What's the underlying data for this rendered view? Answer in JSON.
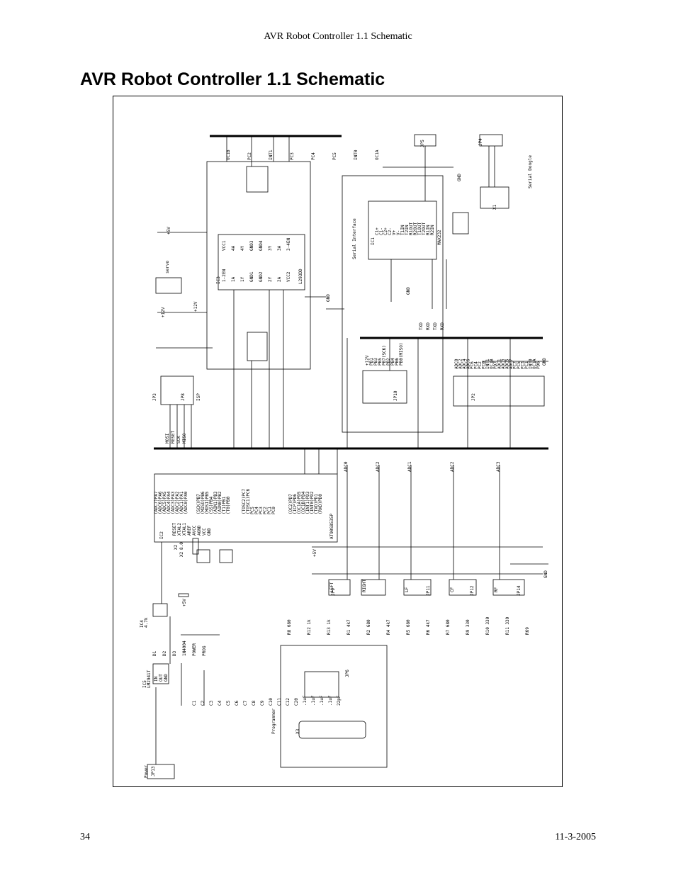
{
  "running_header": "AVR Robot Controller 1.1 Schematic",
  "title": "AVR Robot Controller 1.1 Schematic",
  "footer": {
    "page_number": "34",
    "date": "11-3-2005"
  },
  "schematic": {
    "mcu": {
      "ref": "IC2",
      "part": "AT90S8535P",
      "pins_a": [
        "(ADC7)PA7",
        "(ADC6)PA6",
        "(ADC5)PA5",
        "(ADC4)PA4",
        "(ADC3)PA3",
        "(ADC2)PA2",
        "(ADC1)PA1",
        "(ADC0)PA0"
      ],
      "pins_b": [
        "(SCK)PB7",
        "(MISO)PB6",
        "(MOSI)PB5",
        "(SS)PB4",
        "(AIN1)PB3",
        "(AIN0)PB2",
        "(T1)PB1",
        "(T0)PB0"
      ],
      "pins_c": [
        "(TOSC2)PC7",
        "(TOSC1)PC6",
        "PC5",
        "PC4",
        "PC3",
        "PC2",
        "PC1",
        "PC0"
      ],
      "pins_d": [
        "(OC2)PD7",
        "(ICP)PD6",
        "(OC1A)PD5",
        "(OC1B)PD4",
        "(INT1)PD3",
        "(INT0)PD2",
        "(TXD)PD1",
        "(RXD)PD0"
      ],
      "pins_left": [
        "RESET",
        "XTAL2",
        "XTAL1",
        "AREF",
        "AVCC",
        "AGND",
        "VCC",
        "GND"
      ]
    },
    "driver": {
      "ref": "IC3",
      "part": "L293DD",
      "pins_left": [
        "1-2EN",
        "1A",
        "1Y",
        "GND1",
        "GND2",
        "2Y",
        "2A",
        "VCC2"
      ],
      "pins_right": [
        "VCC1",
        "4A",
        "4Y",
        "GND3",
        "GND4",
        "3Y",
        "3A",
        "3-4EN"
      ]
    },
    "serial": {
      "ref": "IC1",
      "part": "MAX232",
      "label": "Serial Interface",
      "pins": [
        "C1+",
        "C1-",
        "C2+",
        "C2-",
        "V+",
        "V-",
        "T1IN",
        "T2IN",
        "R1OUT",
        "R2OUT",
        "T1OUT",
        "T2OUT",
        "R1IN",
        "R2IN"
      ]
    },
    "regulator": {
      "ref": "IC5",
      "part": "LM2941T",
      "pins": [
        "IN",
        "OUT",
        "GND"
      ]
    },
    "reset_ic": {
      "ref": "IC4",
      "part": "4.7k"
    },
    "connectors": [
      "JP13",
      "JP3",
      "JP8",
      "JP9",
      "JP10",
      "JP11",
      "JP12",
      "JP14",
      "JP2",
      "JP5",
      "JP4",
      "JP6",
      "X1",
      "X2",
      "X3"
    ],
    "connector_titles": {
      "power": "Power",
      "programmer": "Programmer",
      "dongle": "Serial Dongle",
      "isp": "ISP",
      "servo": "servo"
    },
    "labels": {
      "supply": [
        "+5V",
        "+12V",
        "+12V",
        "GND",
        "GND",
        "GND",
        "GND",
        "GND",
        "+5V",
        "+5V",
        "+5V"
      ],
      "signals_left": [
        "MOSI",
        "RESET",
        "SCK",
        "MISO"
      ],
      "adc_nets": [
        "ADC0",
        "ADC2",
        "ADC1",
        "ADC2",
        "ADC3"
      ],
      "sensor_connectors": [
        "LEFT",
        "RIGHT",
        "LF",
        "CF",
        "RF"
      ],
      "motor_nets": [
        "OC1B",
        "PC2",
        "INT1",
        "PC3",
        "PC4",
        "PC5",
        "INT0",
        "OC1A"
      ],
      "io_top": [
        "+12V",
        "PB1",
        "PB3",
        "PB5",
        "PB7(SCK)",
        "PB2",
        "PB4",
        "PB6",
        "PB0(MISO)"
      ],
      "io_bottom": [
        "ADC0",
        "ADC2",
        "ADC4",
        "ADC6",
        "PC6",
        "PC4",
        "PC2",
        "PC0",
        "INT1",
        "OC1B",
        "PD7",
        "ADC1",
        "ADC3",
        "ADC5",
        "ADC7",
        "PC7",
        "PC5",
        "PC3",
        "PC1",
        "INT0",
        "OC1A",
        "PD6"
      ],
      "uart": [
        "TXD",
        "RXD",
        "TXD",
        "RXD"
      ],
      "resistors": [
        "R8 680",
        "R12 1k",
        "R13 1k",
        "R1 4k7",
        "R2 680",
        "R4 4k7",
        "R5 680",
        "R6 4k7",
        "R7 680",
        "R9 330",
        "R10 330",
        "R11 330",
        "R69"
      ],
      "caps": [
        "C1",
        "C2",
        "C3",
        "C4",
        "C5",
        "C6",
        "C7",
        "C8",
        "C9",
        "C10",
        "C11",
        "C12",
        "C20",
        ".1uF",
        ".1uF",
        ".1uF",
        ".1uF",
        "22pF"
      ],
      "diodes": [
        "D1",
        "D2",
        "D3",
        "1N4004",
        "POWER",
        "PROG"
      ],
      "crystal": [
        "X2",
        "8.0"
      ]
    }
  }
}
